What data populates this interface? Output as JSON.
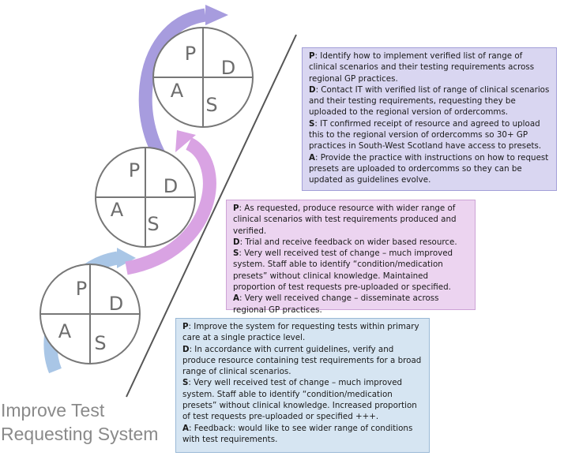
{
  "title": [
    "Improve Test",
    "Requesting System"
  ],
  "colors": {
    "cycle1_fill": "#d6e5f2",
    "cycle1_border": "#9ab9d6",
    "cycle2_fill": "#ecd4f0",
    "cycle2_border": "#cda3d6",
    "cycle3_fill": "#d9d6f1",
    "cycle3_border": "#a39fd8",
    "arrow1": "#a9c6e6",
    "arrow2": "#d9a3e3",
    "arrow3": "#a79cde",
    "circle_stroke": "#777777",
    "timeline": "#555555"
  },
  "pdsa_letters": {
    "p": "P",
    "d": "D",
    "a": "A",
    "s": "S"
  },
  "cycles": [
    {
      "id": "cycle1",
      "items": [
        {
          "key": "P",
          "text": ": Improve the system for requesting tests within primary care at a single practice level."
        },
        {
          "key": "D",
          "text": ": In accordance with current guidelines, verify and produce resource containing test requirements for a broad range of clinical scenarios."
        },
        {
          "key": "S",
          "text": ": Very well received test of change – much improved system. Staff able to identify “condition/medication presets” without clinical knowledge. Increased proportion of test requests pre-uploaded or specified +++."
        },
        {
          "key": "A",
          "text": ": Feedback: would like to see wider range of conditions with test requirements."
        }
      ]
    },
    {
      "id": "cycle2",
      "items": [
        {
          "key": "P",
          "text": ": As requested, produce resource with wider range of clinical scenarios with test requirements produced and verified."
        },
        {
          "key": "D",
          "text": ": Trial and receive feedback on wider based resource."
        },
        {
          "key": "S",
          "text": ": Very well received test of change – much improved system. Staff able to identify “condition/medication presets” without clinical knowledge. Maintained proportion of test requests pre-uploaded or specified."
        },
        {
          "key": "A",
          "text": ": Very well received change – disseminate across regional GP practices."
        }
      ]
    },
    {
      "id": "cycle3",
      "items": [
        {
          "key": "P",
          "text": ": Identify how to implement verified list of range of clinical scenarios and their testing requirements across regional GP practices."
        },
        {
          "key": "D",
          "text": ": Contact IT with verified list of range of clinical scenarios and their testing requirements, requesting they be uploaded to the regional version of ordercomms."
        },
        {
          "key": "S",
          "text": ": IT confirmed receipt of resource and agreed to upload this to the regional version of ordercomms so 30+ GP practices in South-West Scotland have access to presets."
        },
        {
          "key": "A",
          "text": ": Provide the practice with instructions on how to request presets are uploaded to ordercomms so they can be updated as guidelines evolve."
        }
      ]
    }
  ]
}
